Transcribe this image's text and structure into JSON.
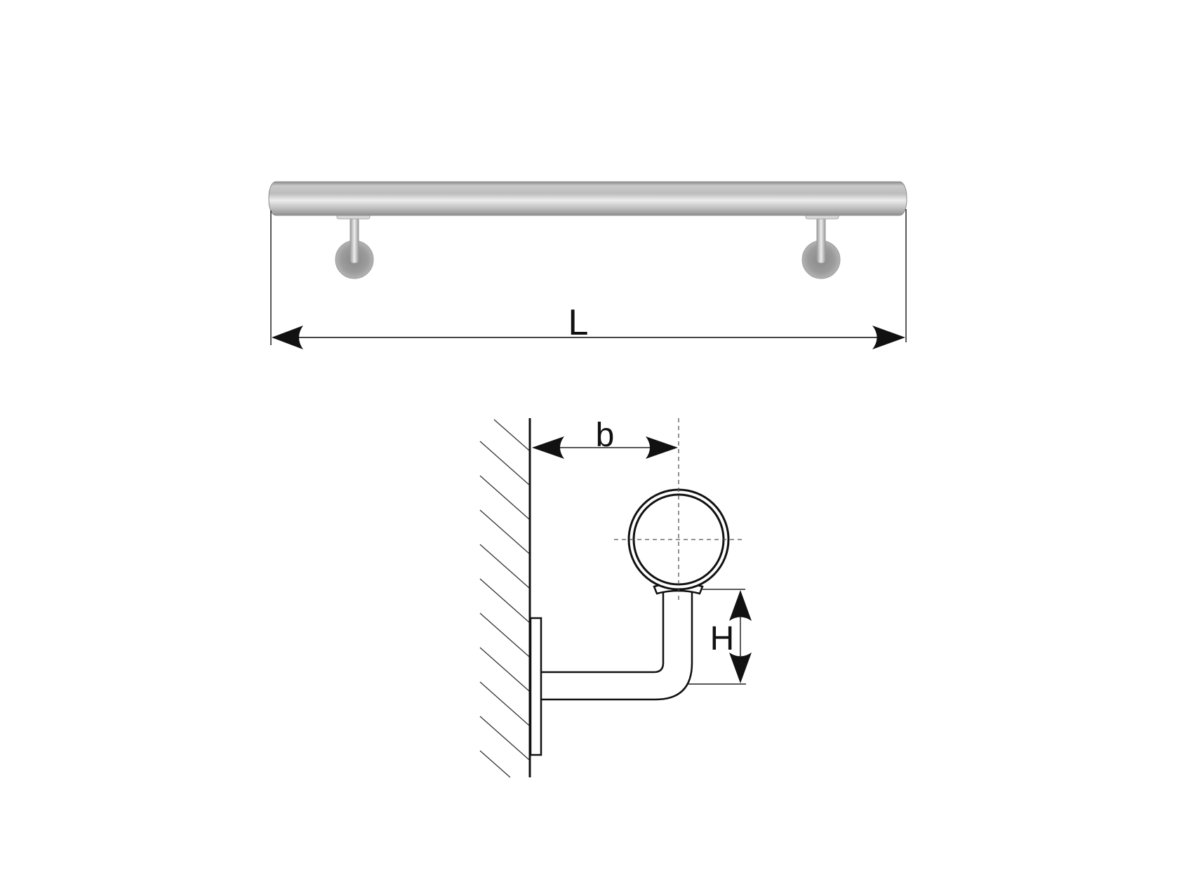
{
  "diagram": {
    "type": "technical-drawing",
    "subject": "wall-mounted handrail with brackets",
    "colors": {
      "background": "#ffffff",
      "line": "#111111",
      "rail_light": "#e6e6e6",
      "rail_mid": "#bdbdbd",
      "rail_dark": "#8a8a8a",
      "plate": "#9a9a9a"
    },
    "front_view": {
      "dimension_label": "L",
      "dimension_meaning": "overall rail length",
      "brackets": 2
    },
    "side_view": {
      "dimension_labels": {
        "offset": "b",
        "height": "H"
      },
      "dimension_meaning": {
        "b": "distance from wall to rail center",
        "H": "height from bracket arm to rail saddle"
      }
    }
  }
}
